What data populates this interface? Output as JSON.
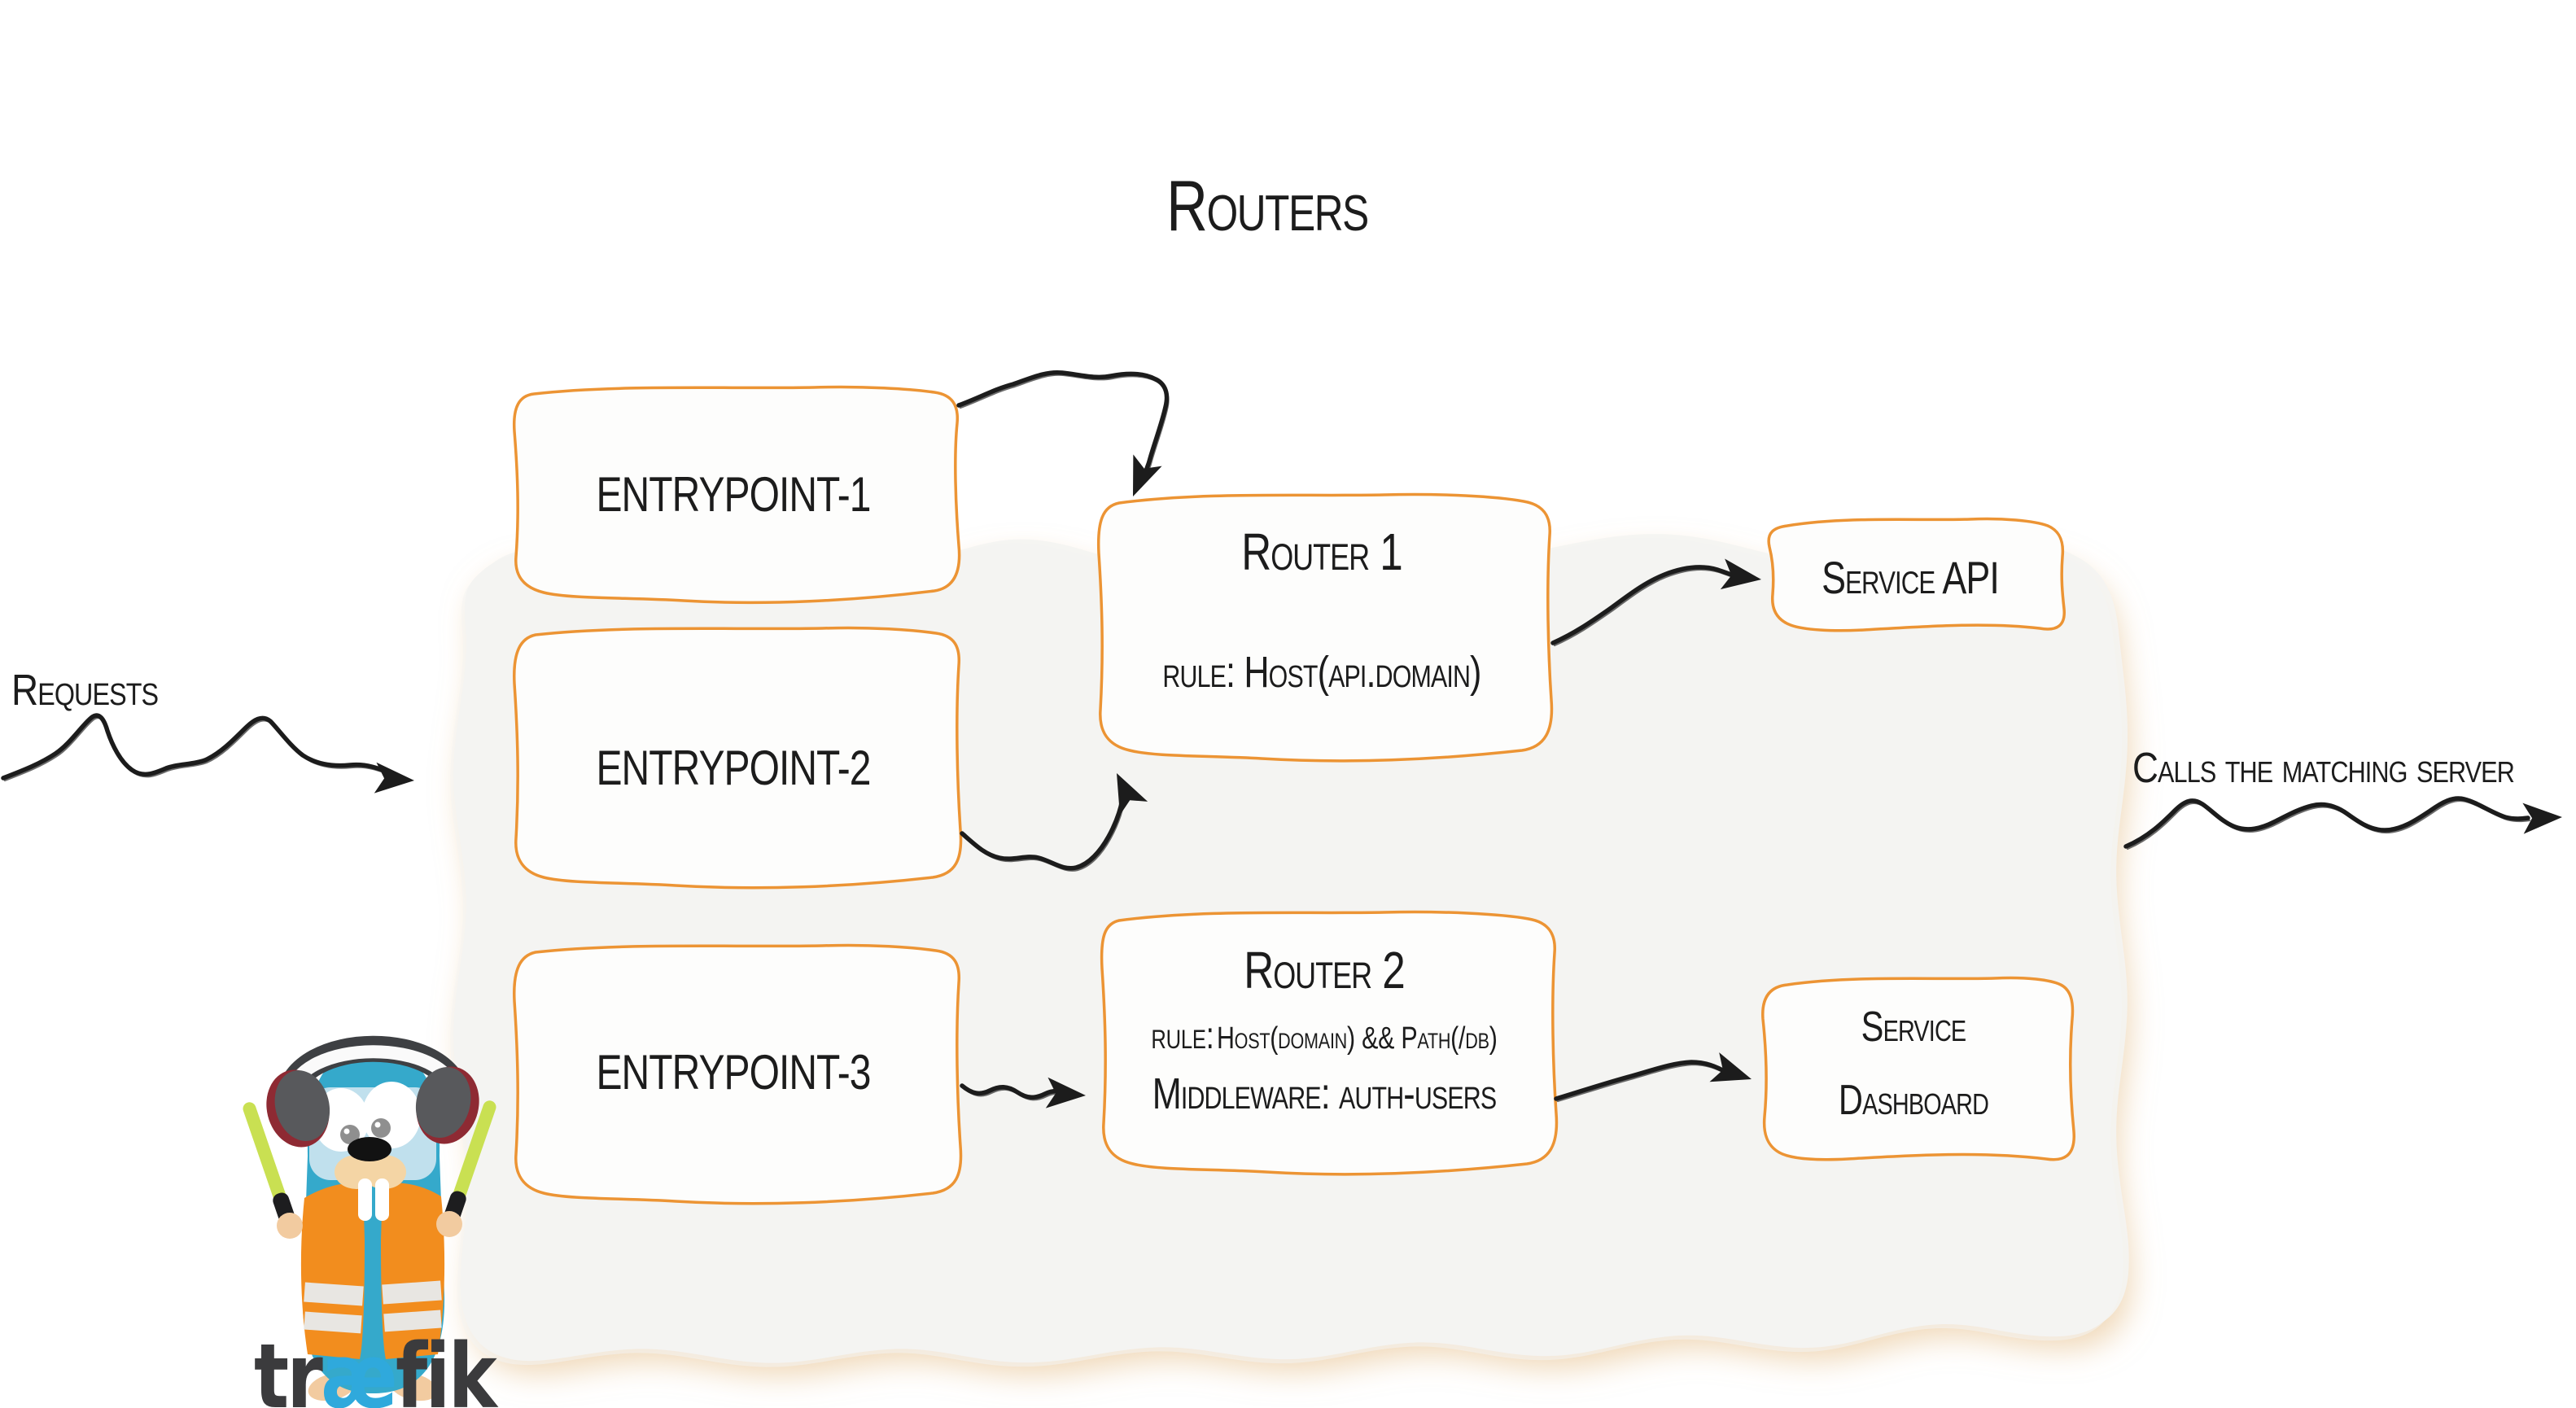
{
  "title": "Routers",
  "annotations": {
    "requests_label": "Requests",
    "calls_label": "Calls the matching server"
  },
  "entrypoints": [
    {
      "label": "entrypoint-1"
    },
    {
      "label": "entrypoint-2"
    },
    {
      "label": "entrypoint-3"
    }
  ],
  "routers": [
    {
      "name": "Router 1",
      "rule_label": "rule:",
      "rule_value": "Host(api.domain)"
    },
    {
      "name": "Router 2",
      "rule_label": "rule:",
      "rule_value": "Host(domain) && Path(/db)",
      "middleware_label": "Middleware:",
      "middleware_value": "auth-users"
    }
  ],
  "services": [
    {
      "name": "Service API"
    },
    {
      "name_line1": "Service",
      "name_line2": "Dashboard"
    }
  ],
  "logo": {
    "wordmark_pre": "tr",
    "wordmark_ae": "æ",
    "wordmark_post": "fik",
    "mascot": "traefik-gopher-mascot"
  },
  "colors": {
    "accent_orange": "#EC9434",
    "box_border_orange": "#EC9434",
    "panel_fill": "#F4F4F2",
    "arrow_black": "#1C1C1C",
    "gopher_blue": "#35A9CB",
    "logo_ae_blue": "#2FA9DC",
    "vest_orange": "#F28D1E"
  }
}
